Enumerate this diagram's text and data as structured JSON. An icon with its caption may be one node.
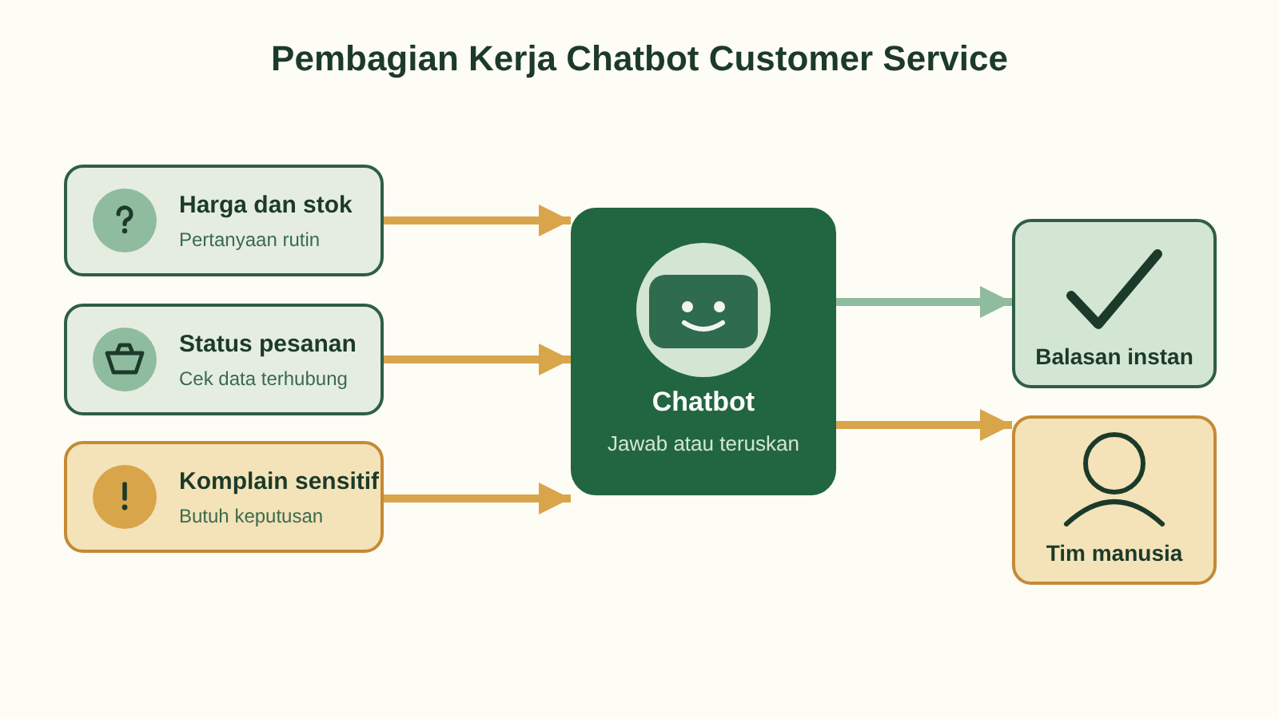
{
  "diagram": {
    "title": "Pembagian Kerja Chatbot Customer Service",
    "nodes": [
      {
        "text": [
          "Harga dan stok",
          "Pertanyaan rutin"
        ]
      },
      {
        "text": [
          "Status pesanan",
          "Cek data terhubung"
        ]
      },
      {
        "text": [
          "Komplain sensitif",
          "Butuh keputusan"
        ]
      },
      {
        "text": [
          "Chatbot",
          "Jawab atau teruskan"
        ]
      },
      {
        "text": [
          "Balasan instan"
        ]
      },
      {
        "text": [
          "Tim manusia"
        ]
      }
    ],
    "edges": [
      {
        "from": 0,
        "to": 3,
        "arrow": "to"
      },
      {
        "from": 1,
        "to": 3,
        "arrow": "to"
      },
      {
        "from": 2,
        "to": 3,
        "arrow": "to"
      },
      {
        "from": 3,
        "to": 4,
        "arrow": "to",
        "color": "#8fbc9f"
      },
      {
        "from": 3,
        "to": 5,
        "arrow": "to"
      }
    ]
  }
}
